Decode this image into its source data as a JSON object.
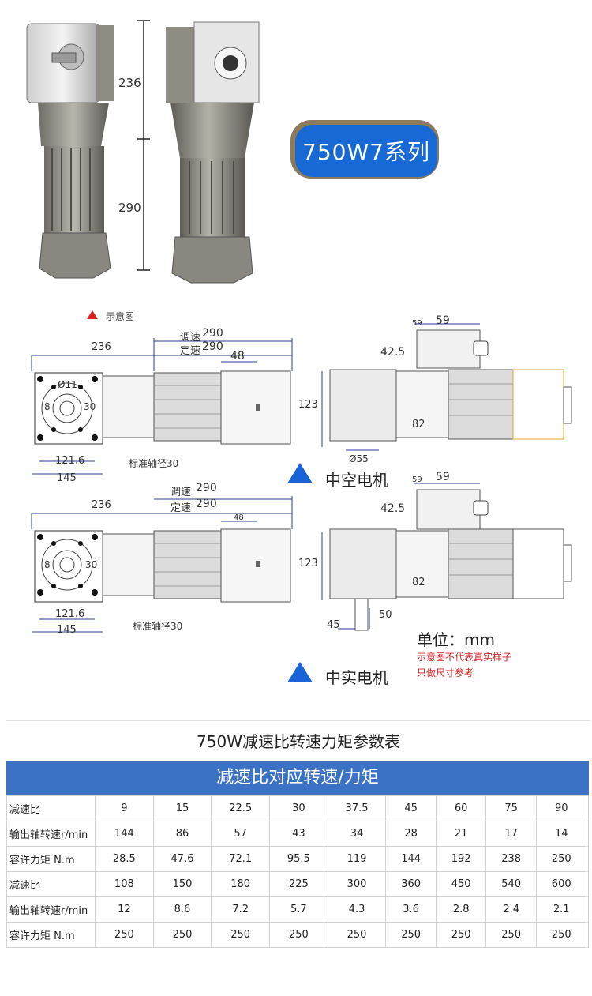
{
  "top": {
    "dim_upper": "236",
    "dim_lower": "290",
    "badge": "750W7系列"
  },
  "diagram": {
    "legend_label": "示意图",
    "hollow": {
      "dim_236": "236",
      "dim_tiaosu": "调速",
      "dim_tiaosu_val": "290",
      "dim_dingsu": "定速",
      "dim_dingsu_val": "290",
      "dim_48": "48",
      "phi11": "Ø11",
      "d8": "8",
      "d30": "30",
      "d121": "121.6",
      "d145": "145",
      "shaft_note": "标准轴径30",
      "side_59a": "59",
      "side_59b": "59",
      "side_425": "42.5",
      "side_123": "123",
      "side_82": "82",
      "side_55": "Ø55",
      "caption": "中空电机"
    },
    "solid": {
      "dim_236": "236",
      "dim_tiaosu": "调速",
      "dim_tiaosu_val": "290",
      "dim_dingsu": "定速",
      "dim_dingsu_val": "290",
      "dim_48": "48",
      "d8": "8",
      "d30": "30",
      "d121": "121.6",
      "d145": "145",
      "shaft_note": "标准轴径30",
      "side_59a": "59",
      "side_59b": "59",
      "side_425": "42.5",
      "side_123": "123",
      "side_82": "82",
      "side_45": "45",
      "side_50": "50",
      "caption": "中实电机"
    },
    "unit": "单位：mm",
    "note1": "示意图不代表真实样子",
    "note2": "只做尺寸参考"
  },
  "table": {
    "title": "750W减速比转速力矩参数表",
    "header": "减速比对应转速/力矩",
    "rows": [
      {
        "label": "减速比",
        "cells": [
          "9",
          "15",
          "22.5",
          "30",
          "37.5",
          "45",
          "60",
          "75",
          "90",
          ""
        ]
      },
      {
        "label": "输出轴转速r/min",
        "cells": [
          "144",
          "86",
          "57",
          "43",
          "34",
          "28",
          "21",
          "17",
          "14",
          ""
        ]
      },
      {
        "label": "容许力矩 N.m",
        "cells": [
          "28.5",
          "47.6",
          "72.1",
          "95.5",
          "119",
          "144",
          "192",
          "238",
          "250",
          ""
        ]
      },
      {
        "label": "减速比",
        "cells": [
          "108",
          "150",
          "180",
          "225",
          "300",
          "360",
          "450",
          "540",
          "600",
          ""
        ]
      },
      {
        "label": "输出轴转速r/min",
        "cells": [
          "12",
          "8.6",
          "7.2",
          "5.7",
          "4.3",
          "3.6",
          "2.8",
          "2.4",
          "2.1",
          ""
        ]
      },
      {
        "label": "容许力矩 N.m",
        "cells": [
          "250",
          "250",
          "250",
          "250",
          "250",
          "250",
          "250",
          "250",
          "250",
          ""
        ]
      }
    ]
  }
}
